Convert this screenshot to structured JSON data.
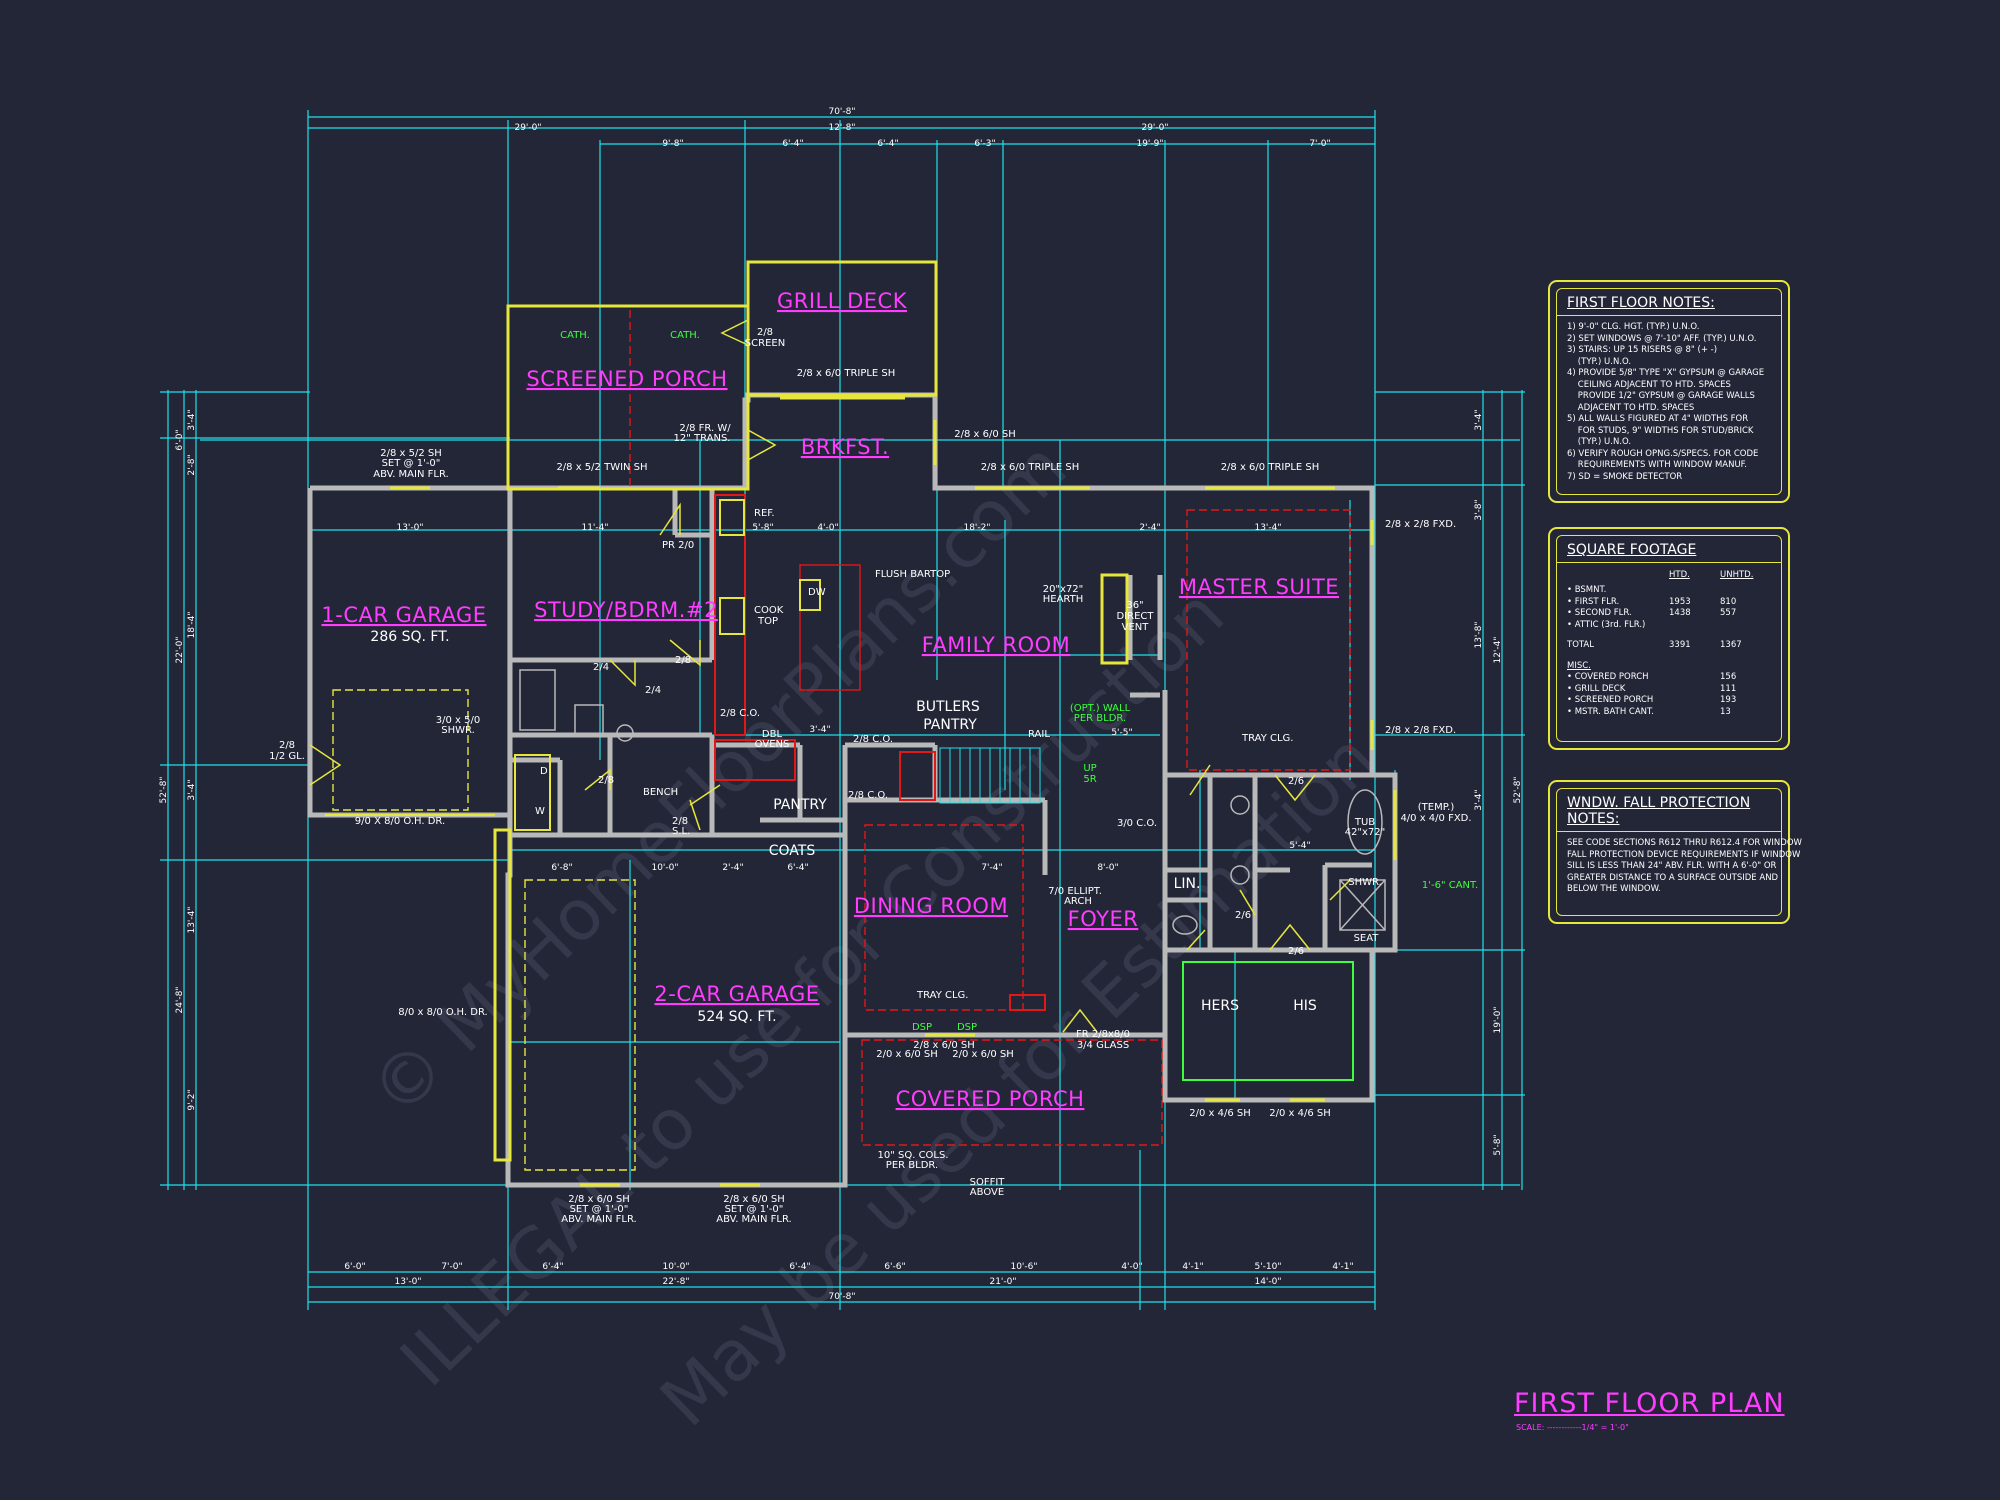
{
  "rooms": {
    "grill_deck": "GRILL DECK",
    "screened_porch": "SCREENED PORCH",
    "brkfst": "BRKFST.",
    "garage1": "1-CAR GARAGE",
    "garage1_area": "286 SQ. FT.",
    "study": "STUDY/BDRM.#2",
    "family_room": "FAMILY ROOM",
    "master_suite": "MASTER SUITE",
    "butlers_pantry_1": "BUTLERS",
    "butlers_pantry_2": "PANTRY",
    "pantry": "PANTRY",
    "coats": "COATS",
    "dining_room": "DINING ROOM",
    "foyer": "FOYER",
    "garage2": "2-CAR GARAGE",
    "garage2_area": "524 SQ. FT.",
    "covered_porch": "COVERED PORCH",
    "hers": "HERS",
    "his": "HIS"
  },
  "callouts": {
    "cath_1": "CATH.",
    "cath_2": "CATH.",
    "screen_1": "2/8",
    "screen_2": "SCREEN",
    "triple_grill": "2/8 x 6/0 TRIPLE SH",
    "fr_1": "2/8 FR. W/",
    "fr_2": "12\" TRANS.",
    "sh_brk": "2/8 x 6/0 SH",
    "sh_garage_1": "2/8 x 5/2 SH",
    "sh_garage_2": "SET @ 1'-0\"",
    "sh_garage_3": "ABV. MAIN FLR.",
    "twin_sh": "2/8 x 5/2 TWIN SH",
    "triple_family": "2/8 x 6/0 TRIPLE SH",
    "triple_master": "2/8 x 6/0 TRIPLE SH",
    "fxd_1": "2/8 x 2/8 FXD.",
    "fxd_2": "2/8 x 2/8 FXD.",
    "ref": "REF.",
    "pr": "PR 2/0",
    "dw": "DW",
    "flush": "FLUSH BARTOP",
    "cook_1": "COOK",
    "cook_2": "TOP",
    "hearth_1": "20\"x72\"",
    "hearth_2": "HEARTH",
    "vent_1": "36\"",
    "vent_2": "DIRECT",
    "vent_3": "VENT",
    "opt_1": "(OPT.) WALL",
    "opt_2": "PER BLDR.",
    "rail": "RAIL",
    "tray_master": "TRAY CLG.",
    "tray_dining": "TRAY CLG.",
    "shwr_1": "3/0 x 5/0",
    "shwr_2": "SHWR.",
    "gl_1": "2/8",
    "gl_2": "1/2 GL.",
    "ohdr_1": "9/0 X 8/0 O.H. DR.",
    "ohdr_2": "8/0 x 8/0 O.H. DR.",
    "co_1": "2/8 C.O.",
    "co_2": "2/8 C.O.",
    "co_3": "2/8 C.O.",
    "co_4": "3/0 C.O.",
    "ovens_1": "DBL",
    "ovens_2": "OVENS",
    "bench": "BENCH",
    "up": "UP",
    "sr": "5R",
    "tub_1": "TUB",
    "tub_2": "42\"x72\"",
    "temp_1": "(TEMP.)",
    "temp_2": "4/0 x 4/0 FXD.",
    "cant": "1'-6\" CANT.",
    "shwr_m": "SHWR.",
    "seat": "SEAT",
    "lin": "LIN.",
    "arch_1": "7/0 ELLIPT.",
    "arch_2": "ARCH",
    "door_glass_1": "FR 2/8x8/0",
    "door_glass_2": "3/4 GLASS",
    "dsp_1": "DSP",
    "dsp_2": "DSP",
    "sh_dining_1": "2/8 x 6/0 SH",
    "sh_dining_2": "2/0 x 6/0 SH",
    "sh_dining_3": "2/0 x 6/0 SH",
    "sh_closet_1": "2/0 x 4/6 SH",
    "sh_closet_2": "2/0 x 4/6 SH",
    "cols_1": "10\" SQ. COLS.",
    "cols_2": "PER BLDR.",
    "soffit_1": "SOFFIT",
    "soffit_2": "ABOVE",
    "gsh_1": "2/8 x 6/0 SH",
    "gsh_2": "SET @ 1'-0\"",
    "gsh_3": "ABV. MAIN FLR.",
    "gsh_4": "2/8 x 6/0 SH",
    "gsh_5": "SET @ 1'-0\"",
    "gsh_6": "ABV. MAIN FLR.",
    "d": "D",
    "w": "W",
    "d24a": "2/4",
    "d24b": "2/4",
    "d28a": "2/8",
    "d28b": "2/8",
    "d26a": "2/6",
    "d26b": "2/6",
    "d26c": "2/6",
    "d28sl_1": "2/8",
    "d28sl_2": "S.L."
  },
  "dimensions": {
    "overall_top": "70'-8\"",
    "top_row": [
      "29'-0\"",
      "12'-8\"",
      "29'-0\""
    ],
    "sub_row": [
      "9'-8\"",
      "6'-4\"",
      "6'-4\"",
      "6'-3\"",
      "19'-9\"",
      "7'-0\""
    ],
    "overall_bottom": "70'-8\"",
    "bottom_row": [
      "6'-0\"",
      "7'-0\"",
      "6'-4\"",
      "10'-0\"",
      "6'-4\"",
      "6'-6\"",
      "10'-6\"",
      "4'-0\"",
      "4'-1\"",
      "5'-10\"",
      "4'-1\""
    ],
    "bottom_row2": [
      "13'-0\"",
      "22'-8\"",
      "21'-0\"",
      "14'-0\""
    ],
    "left_col": [
      "6'-0\"",
      "3'-4\"",
      "2'-8\"",
      "22'-0\"",
      "18'-4\"",
      "3'-4\"",
      "13'-4\"",
      "24'-8\"",
      "9'-2\"",
      "52'-8\""
    ],
    "right_col": [
      "3'-4\"",
      "3'-8\"",
      "13'-8\"",
      "52'-8\"",
      "12'-4\"",
      "3'-4\"",
      "19'-0\"",
      "5'-8\""
    ],
    "interior": [
      "13'-0\"",
      "11'-4\"",
      "5'-8\"",
      "4'-0\"",
      "18'-2\"",
      "13'-4\"",
      "2'-4\"",
      "6'-8\"",
      "10'-0\"",
      "2'-4\"",
      "6'-4\"",
      "7'-4\"",
      "8'-0\"",
      "5'-4\"",
      "3'-4\"",
      "5'-5\""
    ]
  },
  "notes_panel": {
    "title": "FIRST FLOOR NOTES:",
    "lines": [
      "1) 9'-0\" CLG. HGT. (TYP.) U.N.O.",
      "2) SET WINDOWS @ 7'-10\" AFF. (TYP.) U.N.O.",
      "3) STAIRS: UP 15 RISERS @ 8\" (+ -)",
      "    (TYP.) U.N.O.",
      "4) PROVIDE 5/8\" TYPE \"X\" GYPSUM @ GARAGE",
      "    CEILING ADJACENT TO HTD. SPACES",
      "    PROVIDE 1/2\" GYPSUM @ GARAGE WALLS",
      "    ADJACENT TO HTD. SPACES",
      "5) ALL WALLS FIGURED AT 4\" WIDTHS FOR",
      "    FOR STUDS, 9\" WIDTHS FOR STUD/BRICK",
      "    (TYP.) U.N.O.",
      "6) VERIFY ROUGH OPNG.S/SPECS. FOR CODE",
      "    REQUIREMENTS WITH WINDOW MANUF.",
      "7) SD = SMOKE DETECTOR"
    ]
  },
  "sqft_panel": {
    "title": "SQUARE FOOTAGE",
    "col_htd": "HTD.",
    "col_unhtd": "UNHTD.",
    "rows": [
      {
        "label": "• BSMNT.",
        "htd": "",
        "unhtd": ""
      },
      {
        "label": "• FIRST FLR.",
        "htd": "1953",
        "unhtd": "810"
      },
      {
        "label": "• SECOND FLR.",
        "htd": "1438",
        "unhtd": "557"
      },
      {
        "label": "• ATTIC (3rd. FLR.)",
        "htd": "",
        "unhtd": ""
      },
      {
        "label": "TOTAL",
        "htd": "3391",
        "unhtd": "1367"
      }
    ],
    "misc_title": "MISC.",
    "misc_rows": [
      {
        "label": "• COVERED PORCH",
        "htd": "",
        "unhtd": "156"
      },
      {
        "label": "• GRILL DECK",
        "htd": "",
        "unhtd": "111"
      },
      {
        "label": "• SCREENED PORCH",
        "htd": "",
        "unhtd": "193"
      },
      {
        "label": "• MSTR. BATH CANT.",
        "htd": "",
        "unhtd": "13"
      }
    ]
  },
  "fall_panel": {
    "title": "WNDW. FALL PROTECTION NOTES:",
    "lines": [
      "SEE CODE SECTIONS R612 THRU R612.4 FOR WINDOW",
      "FALL PROTECTION DEVICE REQUIREMENTS IF WINDOW",
      "SILL IS LESS THAN 24\" ABV. FLR. WITH A 6'-0\" OR",
      "GREATER DISTANCE TO A SURFACE OUTSIDE AND",
      "BELOW THE WINDOW."
    ]
  },
  "plan_title": "FIRST FLOOR PLAN",
  "plan_scale": "SCALE: ------------1/4\" = 1'-0\"",
  "watermarks": [
    "© MyHomeFloorPlans.com",
    "ILLEGAL to use for Construction",
    "May be used for Estimation"
  ],
  "colors": {
    "background": "#232637",
    "wall": "#b9b9b9",
    "dimension": "#1ee0e8",
    "label": "#ff3cff",
    "accent": "#e6e63c",
    "window": "#3cff3c",
    "red": "#e01818"
  }
}
